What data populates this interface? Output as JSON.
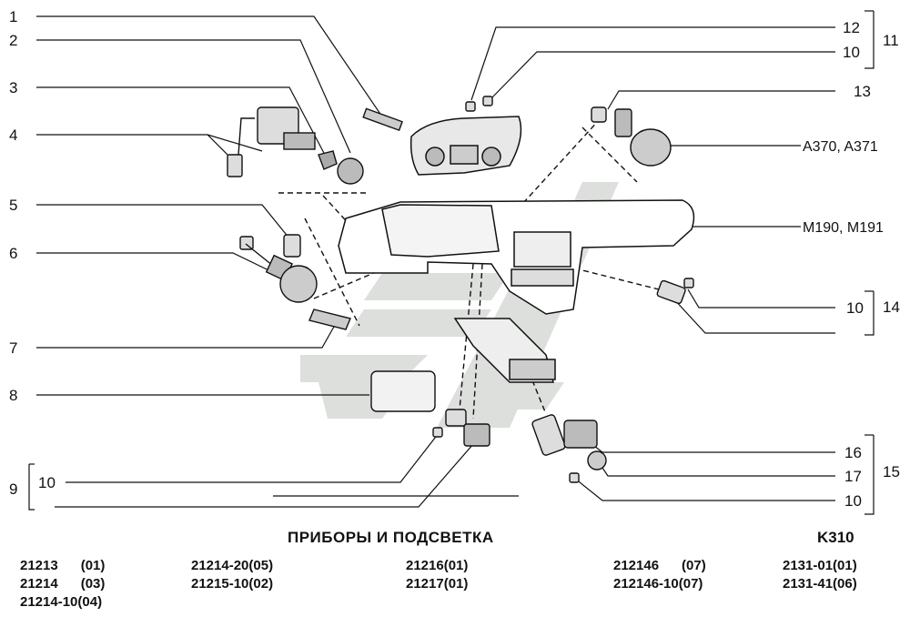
{
  "diagram": {
    "title": "ПРИБОРЫ И ПОДСВЕТКА",
    "code": "K310",
    "callouts_left": [
      "1",
      "2",
      "3",
      "4",
      "5",
      "6",
      "7",
      "8",
      "9",
      "10"
    ],
    "callouts_right": [
      "12",
      "11",
      "10",
      "13",
      "14",
      "10",
      "16",
      "17",
      "15",
      "10"
    ],
    "side_labels": [
      "A370, A371",
      "M190, M191"
    ]
  },
  "models": {
    "col1": [
      "21213      (01)",
      "21214      (03)",
      "21214-10(04)"
    ],
    "col2": [
      "21214-20(05)",
      "21215-10(02)"
    ],
    "col3": [
      "21216(01)",
      "21217(01)"
    ],
    "col4": [
      "212146      (07)",
      "212146-10(07)"
    ],
    "col5": [
      "2131-01(01)",
      "2131-41(06)"
    ]
  }
}
